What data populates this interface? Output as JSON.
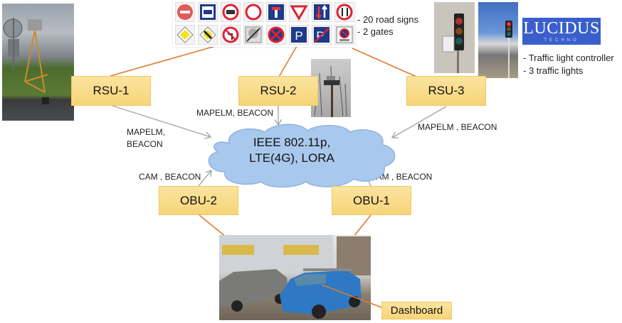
{
  "signs_panel": {
    "signs_row1": [
      "no-entry-sign",
      "bus-lane-sign",
      "no-trucks-sign",
      "no-vehicles-sign",
      "dead-end-sign",
      "yield-sign",
      "priority-oncoming-sign",
      "give-way-oncoming-sign"
    ],
    "signs_row2": [
      "priority-road-sign",
      "end-priority-road-sign",
      "no-left-turn-sign",
      "end-zone-sign",
      "no-stopping-sign",
      "parking-sign",
      "no-parking-sign",
      "no-parking-zone-sign"
    ],
    "notes": [
      "- 20 road signs",
      "- 2 gates"
    ]
  },
  "traffic_light": {
    "brand": "LUCIDUS",
    "brand_sub": "TECHNO",
    "notes": [
      "- Traffic light controller",
      "- 3 traffic lights"
    ],
    "brand_color": "#3a5fcd"
  },
  "nodes": {
    "rsu1": "RSU-1",
    "rsu2": "RSU-2",
    "rsu3": "RSU-3",
    "obu1": "OBU-1",
    "obu2": "OBU-2",
    "dashboard": "Dashboard"
  },
  "network": {
    "line1": "IEEE 802.11p,",
    "line2": "LTE(4G), LORA"
  },
  "messages": {
    "rsu1_line1": "MAPELM,",
    "rsu1_line2": "BEACON",
    "rsu2": "MAPELM, BEACON",
    "rsu3": "MAPELM , BEACON",
    "obu2": "CAM , BEACON",
    "obu1": "CAM , BEACON"
  },
  "colors": {
    "box_fill": "#f9dc8c",
    "orange_line": "#e07b30",
    "gray_arrow": "#a6a6a6",
    "cloud_fill": "#a9c8ee",
    "cloud_stroke": "#8fb3e0"
  }
}
